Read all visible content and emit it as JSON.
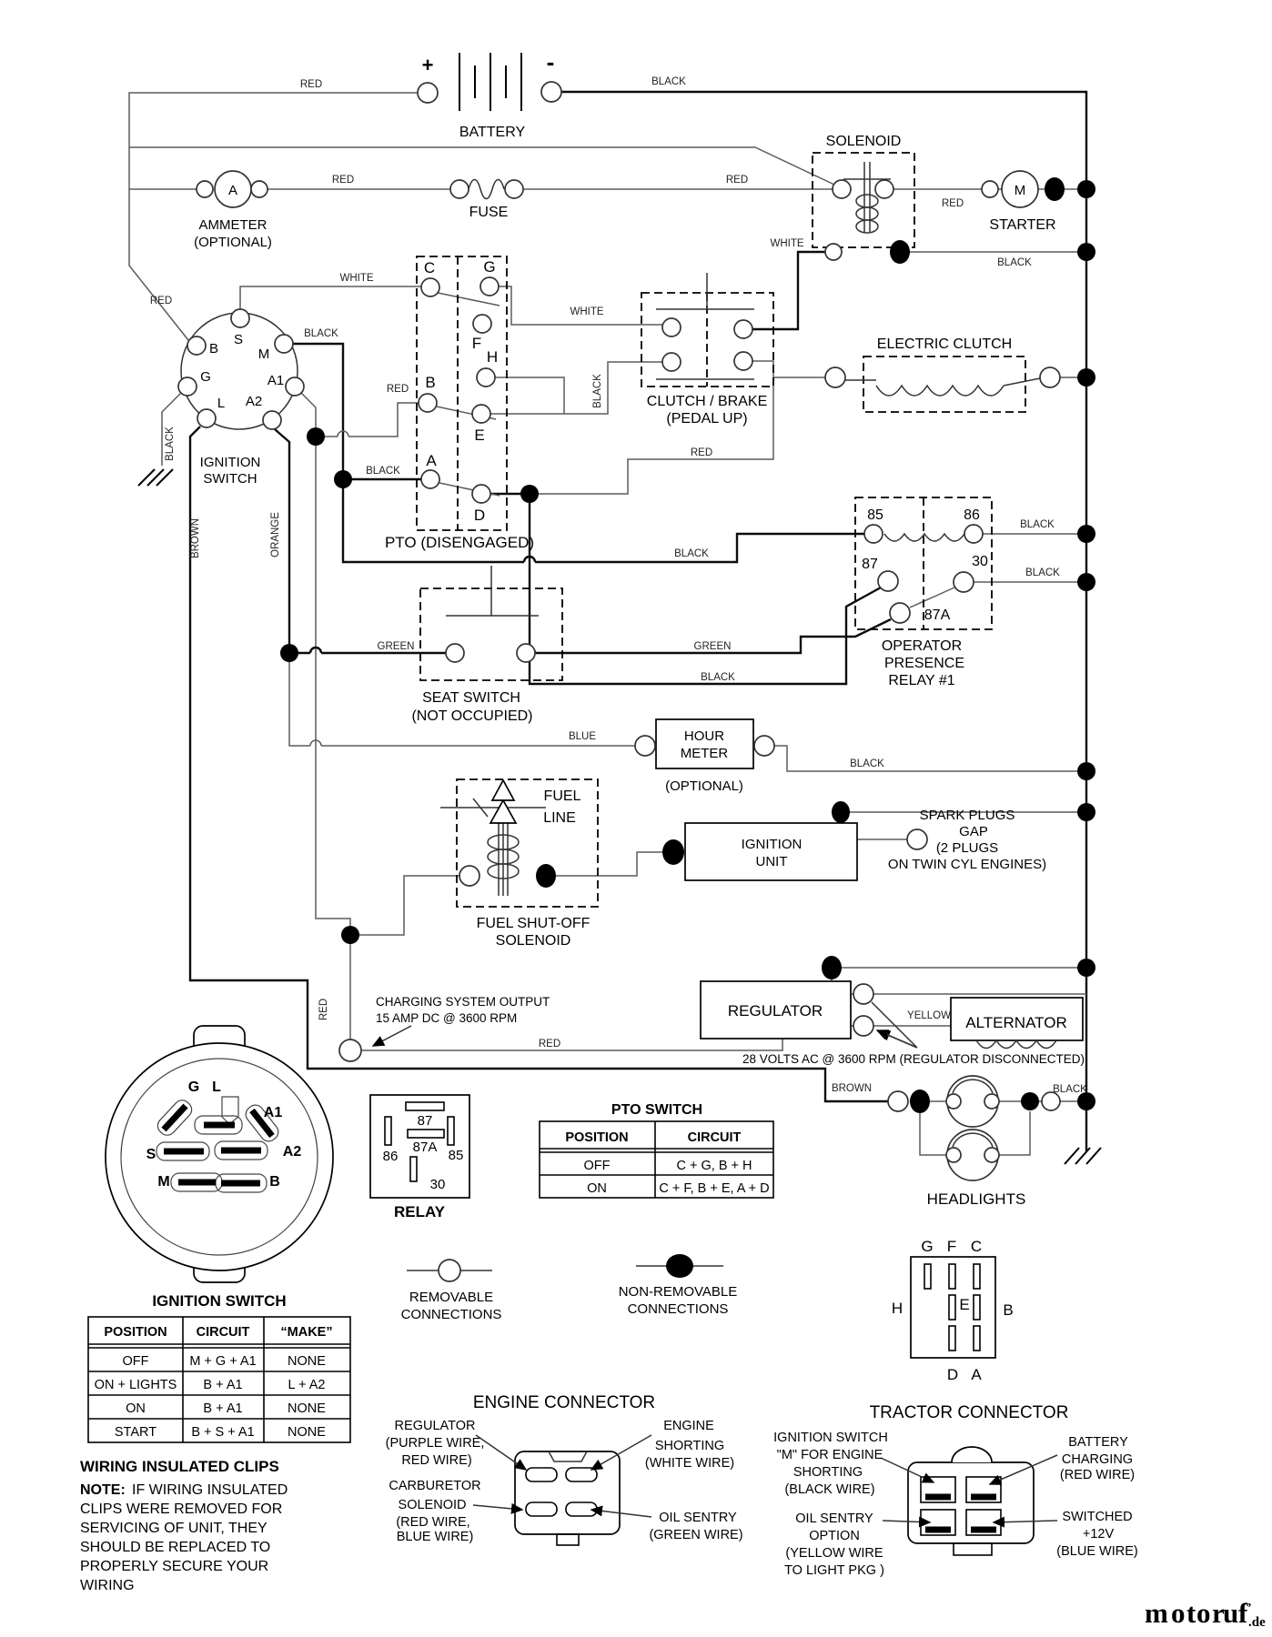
{
  "wire": {
    "red": "RED",
    "black": "BLACK",
    "white": "WHITE",
    "green": "GREEN",
    "blue": "BLUE",
    "brown": "BROWN",
    "orange": "ORANGE",
    "yellow": "YELLOW"
  },
  "sym": {
    "plus": "+",
    "minus": "-",
    "ammeter_a": "A",
    "starter_m": "M"
  },
  "comp": {
    "battery": "BATTERY",
    "ammeter1": "AMMETER",
    "ammeter2": "(OPTIONAL)",
    "fuse": "FUSE",
    "solenoid": "SOLENOID",
    "starter": "STARTER",
    "ign1": "IGNITION",
    "ign2": "SWITCH",
    "pto": "PTO (DISENGAGED)",
    "cb1": "CLUTCH / BRAKE",
    "cb2": "(PEDAL UP)",
    "eclutch": "ELECTRIC CLUTCH",
    "opr1": "OPERATOR",
    "opr2": "PRESENCE",
    "opr3": "RELAY #1",
    "seat1": "SEAT SWITCH",
    "seat2": "(NOT OCCUPIED)",
    "hour1": "HOUR",
    "hour2": "METER",
    "hour3": "(OPTIONAL)",
    "fuel1": "FUEL",
    "fuel2": "LINE",
    "fso1": "FUEL SHUT-OFF",
    "fso2": "SOLENOID",
    "iu1": "IGNITION",
    "iu2": "UNIT",
    "spark1": "SPARK PLUGS",
    "spark2": "GAP",
    "spark3": "(2 PLUGS",
    "spark4": "ON TWIN CYL  ENGINES)",
    "regulator": "REGULATOR",
    "alternator": "ALTERNATOR",
    "charge1": "CHARGING SYSTEM OUTPUT",
    "charge2": "15 AMP DC @ 3600 RPM",
    "volts": "28 VOLTS AC @ 3600 RPM (REGULATOR DISCONNECTED)",
    "headlights": "HEADLIGHTS",
    "relay": "RELAY"
  },
  "term": {
    "s": "S",
    "m": "M",
    "b": "B",
    "g": "G",
    "l": "L",
    "a1": "A1",
    "a2": "A2",
    "c": "C",
    "f": "F",
    "h": "H",
    "e": "E",
    "a": "A",
    "d": "D"
  },
  "pins": {
    "p85": "85",
    "p86": "86",
    "p87": "87",
    "p87a": "87A",
    "p30": "30"
  },
  "ign_connector": {
    "title": "IGNITION SWITCH"
  },
  "ign_table": {
    "headers": [
      "POSITION",
      "CIRCUIT",
      "“MAKE”"
    ],
    "rows": [
      [
        "OFF",
        "M + G + A1",
        "NONE"
      ],
      [
        "ON + LIGHTS",
        "B + A1",
        "L + A2"
      ],
      [
        "ON",
        "B + A1",
        "NONE"
      ],
      [
        "START",
        "B + S + A1",
        "NONE"
      ]
    ]
  },
  "pto_table": {
    "title": "PTO SWITCH",
    "headers": [
      "POSITION",
      "CIRCUIT"
    ],
    "rows": [
      [
        "OFF",
        "C + G, B + H"
      ],
      [
        "ON",
        "C + F, B + E, A + D"
      ]
    ]
  },
  "legend": {
    "rem1": "REMOVABLE",
    "rem2": "CONNECTIONS",
    "non1": "NON-REMOVABLE",
    "non2": "CONNECTIONS"
  },
  "note": {
    "title": "WIRING INSULATED CLIPS",
    "label": "NOTE:",
    "lines": [
      "IF WIRING INSULATED",
      "CLIPS WERE REMOVED FOR",
      "SERVICING OF UNIT, THEY",
      "SHOULD BE REPLACED TO",
      "PROPERLY SECURE YOUR",
      "WIRING"
    ]
  },
  "eng": {
    "title": "ENGINE CONNECTOR",
    "reg": [
      "REGULATOR",
      "(PURPLE WIRE,",
      "RED WIRE)"
    ],
    "shorting": [
      "ENGINE",
      "SHORTING",
      "(WHITE WIRE)"
    ],
    "carb": [
      "CARBURETOR",
      "SOLENOID",
      "(RED WIRE,",
      "BLUE WIRE)"
    ],
    "oil": [
      "OIL SENTRY",
      "(GREEN WIRE)"
    ]
  },
  "trac": {
    "title": "TRACTOR CONNECTOR",
    "ign_m": [
      "IGNITION SWITCH",
      "\"M\" FOR ENGINE",
      "SHORTING",
      "(BLACK WIRE)"
    ],
    "batt": [
      "BATTERY",
      "CHARGING",
      "(RED WIRE)"
    ],
    "oil": [
      "OIL SENTRY",
      "OPTION",
      "(YELLOW WIRE",
      "TO LIGHT PKG )"
    ],
    "sw": [
      "SWITCHED",
      "+12V",
      "(BLUE WIRE)"
    ]
  },
  "logo": {
    "letters": [
      {
        "ch": "m",
        "color": "#2b2fa8"
      },
      {
        "ch": "o",
        "color": "#d42b2b"
      },
      {
        "ch": "t",
        "color": "#1e9e3c"
      },
      {
        "ch": "o",
        "color": "#efa226"
      },
      {
        "ch": "r",
        "color": "#cc2f2f"
      },
      {
        "ch": "u",
        "color": "#2fa43a"
      },
      {
        "ch": "f",
        "color": "#e03a2a"
      }
    ],
    "mark": "’",
    "mark_color": "#9aa0a6",
    "suffix": ".de",
    "suffix_color": "#555555"
  }
}
